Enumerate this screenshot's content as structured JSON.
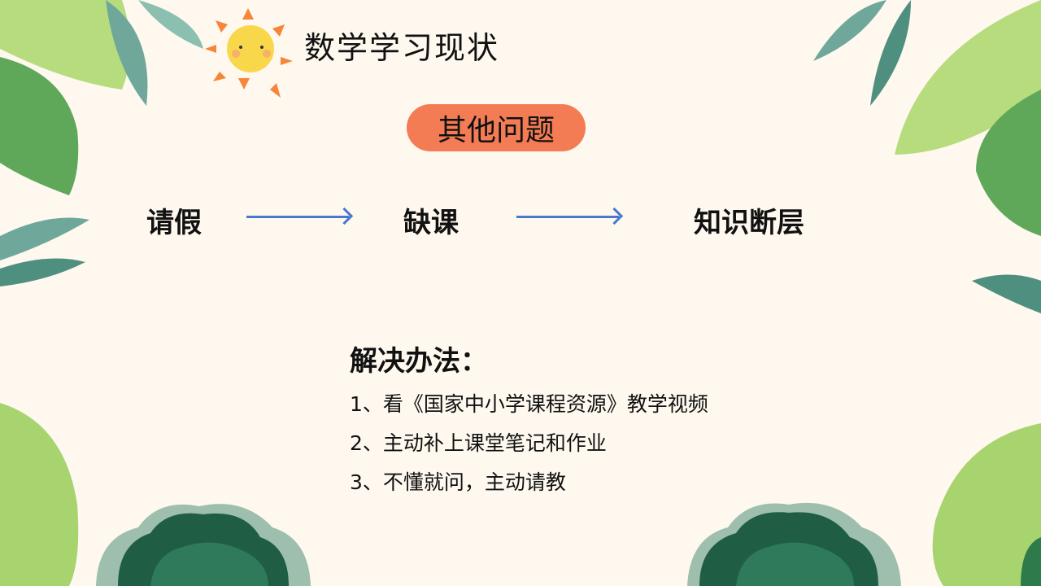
{
  "header": {
    "title": "数学学习现状"
  },
  "badge": {
    "label": "其他问题"
  },
  "flow": {
    "steps": [
      "请假",
      "缺课",
      "知识断层"
    ]
  },
  "solutions": {
    "heading": "解决办法：",
    "items": [
      "1、看《国家中小学课程资源》教学视频",
      "2、主动补上课堂笔记和作业",
      "3、不懂就问，主动请教"
    ]
  },
  "colors": {
    "background": "#fef8ef",
    "badge": "#f47c55",
    "arrow": "#4a78d0",
    "leaf_light": "#a8d46f",
    "leaf_dark": "#1f5e45"
  }
}
